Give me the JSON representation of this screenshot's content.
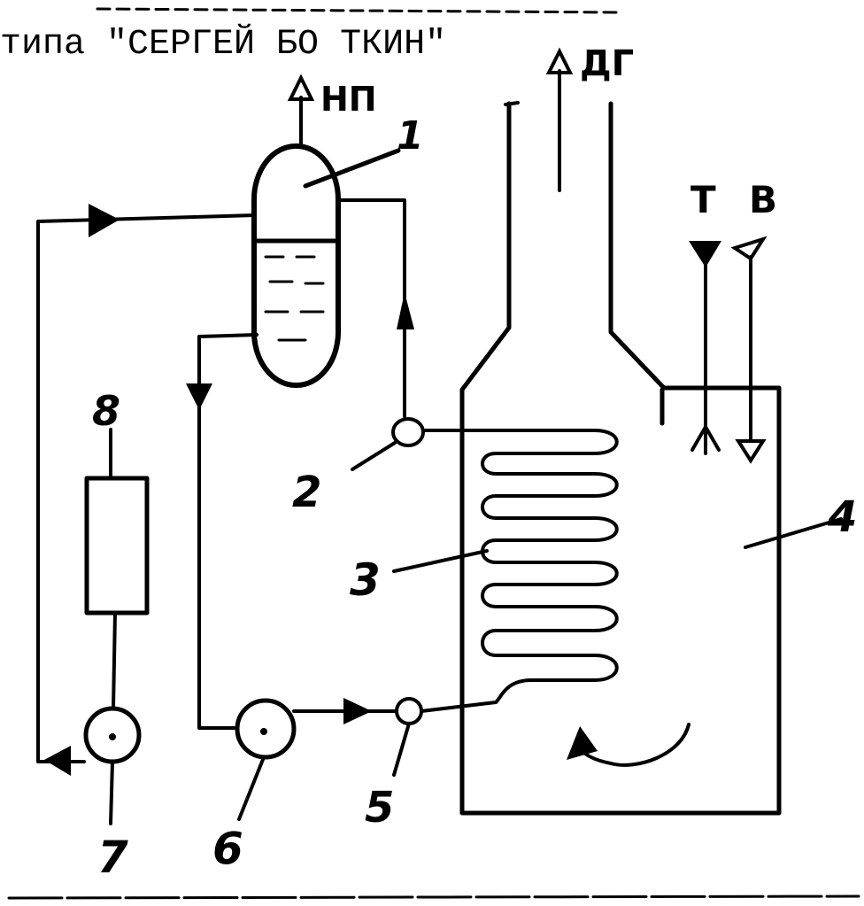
{
  "title": "типа \"СЕРГЕЙ БО ТКИН\"",
  "flow_labels": {
    "exhaust_gas": "ДГ",
    "steam_out": "НП",
    "fuel_in": "Т",
    "air_in": "В"
  },
  "component_numbers": {
    "drum": "1",
    "valve_upper": "2",
    "coil": "3",
    "furnace": "4",
    "valve_lower": "5",
    "circ_pump": "6",
    "feed_pump": "7",
    "heater": "8"
  },
  "colors": {
    "ink": "#000000",
    "paper": "#ffffff"
  }
}
